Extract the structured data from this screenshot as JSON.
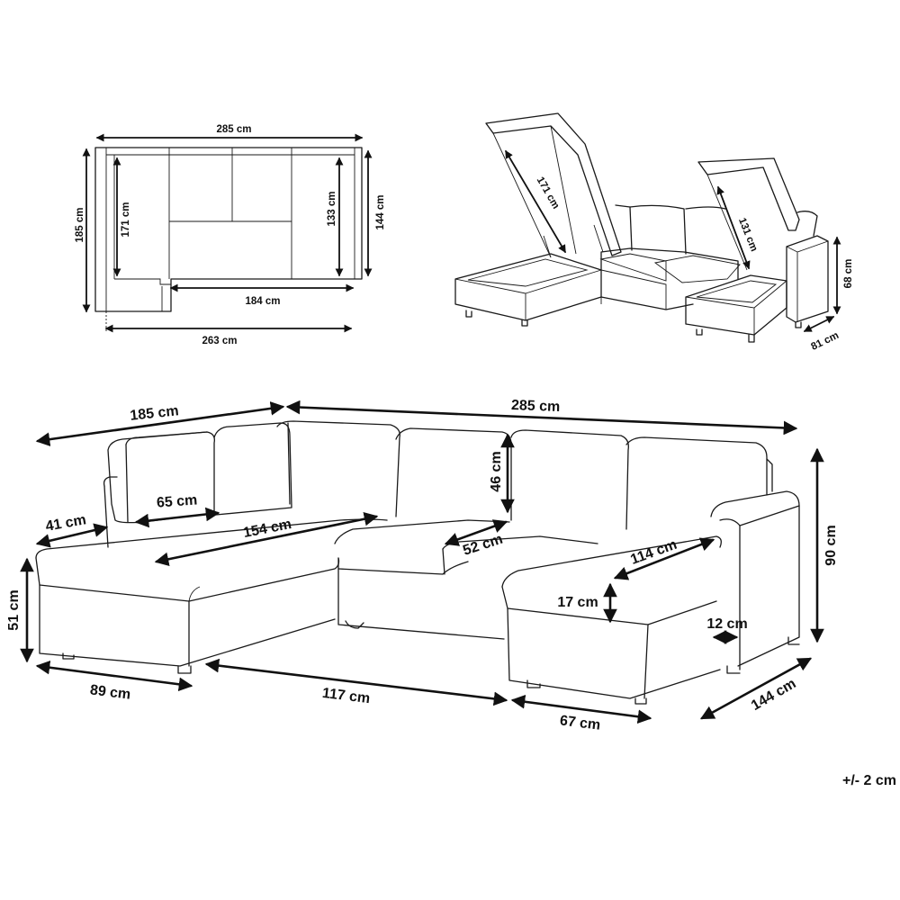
{
  "top_view": {
    "width_total": "285 cm",
    "depth_left": "185 cm",
    "seat_depth_left": "171 cm",
    "seat_depth_right": "133 cm",
    "depth_right": "144 cm",
    "inner_width": "184 cm",
    "seat_width": "263 cm"
  },
  "storage_view": {
    "left_storage": "171 cm",
    "right_storage": "131 cm",
    "armrest_height": "68 cm",
    "armrest_depth": "81 cm"
  },
  "main_view": {
    "left_depth": "185 cm",
    "total_width": "285 cm",
    "back_height": "46 cm",
    "cushion_width": "65 cm",
    "arm_width_left": "41 cm",
    "chaise_length_left": "154 cm",
    "seat_cushion_depth": "52 cm",
    "chaise_length_right": "114 cm",
    "total_height": "90 cm",
    "seat_height": "51 cm",
    "cushion_thickness": "17 cm",
    "arm_width_right": "12 cm",
    "chaise_width_left": "89 cm",
    "middle_width": "117 cm",
    "chaise_width_right": "67 cm",
    "right_depth": "144 cm"
  },
  "tolerance": "+/- 2 cm"
}
